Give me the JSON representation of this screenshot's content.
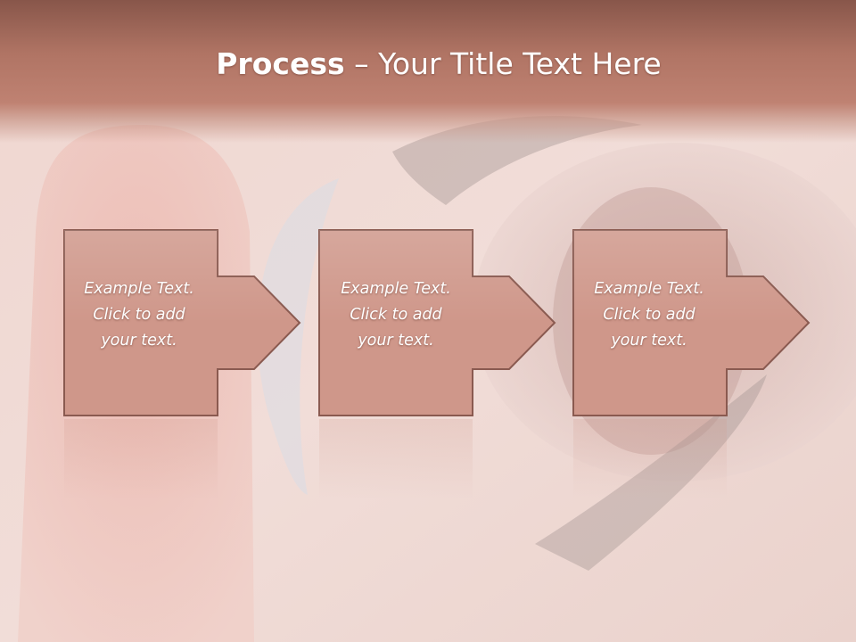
{
  "slide": {
    "title_bold": "Process",
    "title_rest": " – Your Title Text Here"
  },
  "steps": [
    {
      "lines": [
        "Example Text.",
        "Click  to add",
        "your text."
      ]
    },
    {
      "lines": [
        "Example Text.",
        "Click  to add",
        "your text."
      ]
    },
    {
      "lines": [
        "Example Text.",
        "Click  to add",
        "your text."
      ]
    }
  ],
  "colors": {
    "title_bar": "#b27564",
    "box_fill": "#cf978a",
    "box_border": "#8a5a50",
    "background": "#f3dfd9"
  }
}
